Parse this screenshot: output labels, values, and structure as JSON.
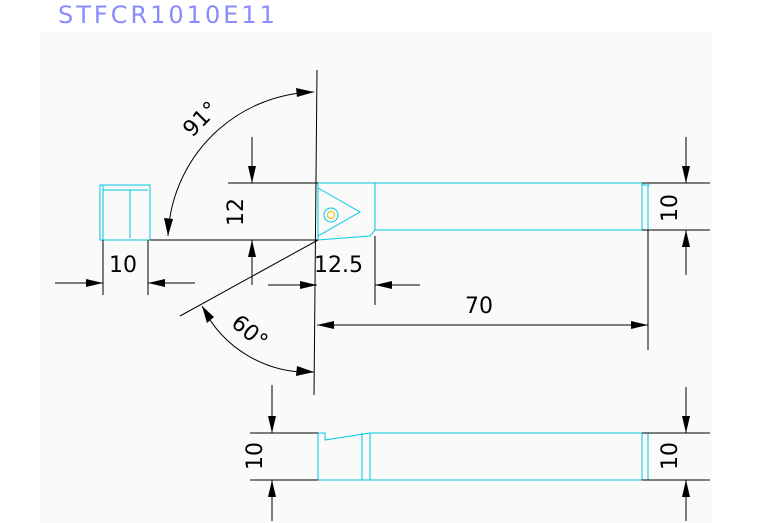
{
  "title": "STFCR1010E11",
  "colors": {
    "title": "#8a8aff",
    "outline": "#00c8e0",
    "dimension": "#000000"
  },
  "dimensions": {
    "angle_top": "91°",
    "angle_bottom": "60°",
    "height_head": "12",
    "width_head": "10",
    "insert_offset": "12.5",
    "length": "70",
    "shank_height_right": "10",
    "side_height_left": "10",
    "side_height_right": "10"
  }
}
